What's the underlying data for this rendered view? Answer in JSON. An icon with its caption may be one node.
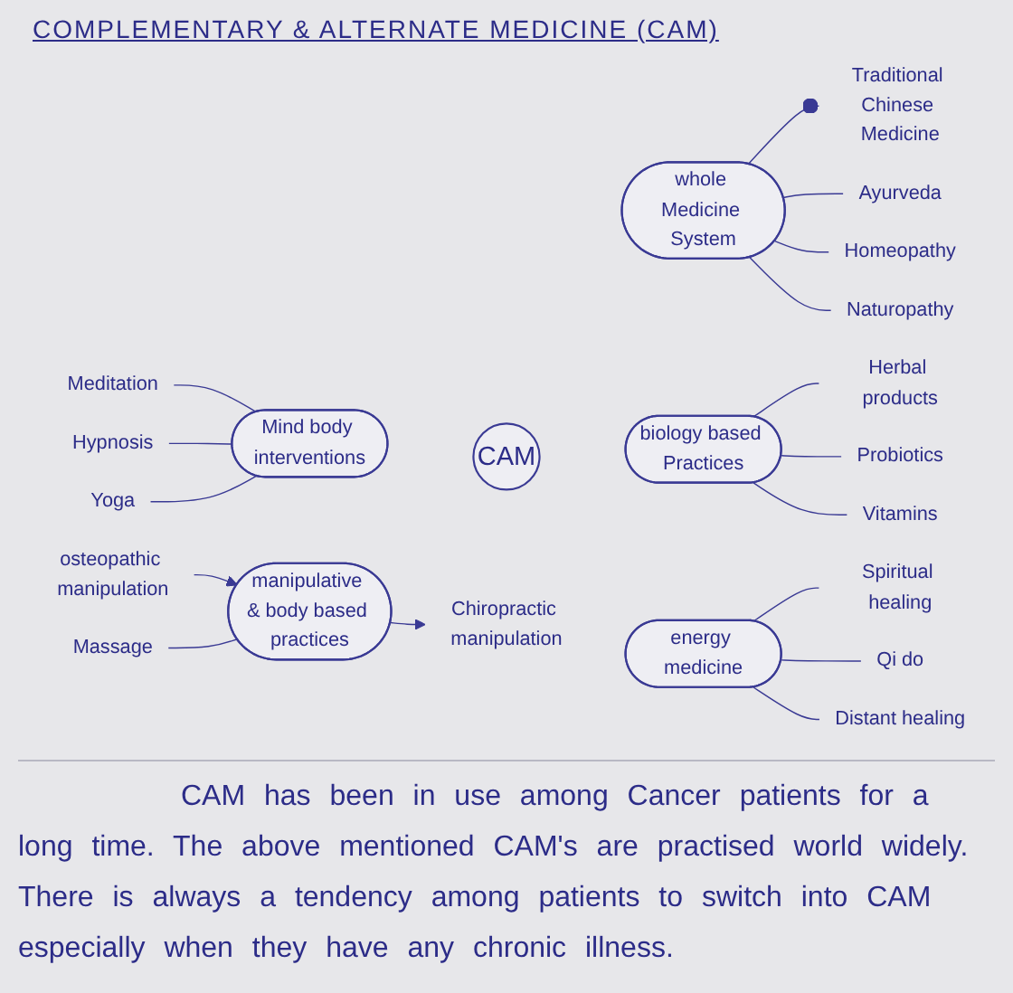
{
  "diagram": {
    "title": "COMPLEMENTARY & ALTERNATE MEDICINE (CAM)",
    "caption": "CAM has been in use among Cancer patients for a long time. The above mentioned CAM's are practised world widely. There is always a tendency among patients to switch into CAM especially when they have any chronic illness.",
    "nodes": [
      {
        "text": [
          "Meditation"
        ]
      },
      {
        "text": [
          "Hypnosis"
        ]
      },
      {
        "text": [
          "Yoga"
        ]
      },
      {
        "text": [
          "Mind body interventions"
        ]
      },
      {
        "text": [
          "whole Medicine System"
        ]
      },
      {
        "text": [
          "Traditional Chinese Medicine"
        ]
      },
      {
        "text": [
          "Ayurveda"
        ]
      },
      {
        "text": [
          "Homeopathy"
        ]
      },
      {
        "text": [
          "Naturopathy"
        ]
      },
      {
        "text": [
          "biology based Practices"
        ]
      },
      {
        "text": [
          "Herbal products"
        ]
      },
      {
        "text": [
          "Probiotics"
        ]
      },
      {
        "text": [
          "Vitamins"
        ]
      },
      {
        "text": [
          "CAM"
        ]
      },
      {
        "text": [
          "Chiropractic manipulation"
        ]
      },
      {
        "text": [
          "osteopathic manipulation"
        ]
      },
      {
        "text": [
          "manipulative & body based practices"
        ]
      },
      {
        "text": [
          "Massage"
        ]
      },
      {
        "text": [
          "energy medicine"
        ]
      },
      {
        "text": [
          "Spiritual healing"
        ]
      },
      {
        "text": [
          "Qi do"
        ]
      },
      {
        "text": [
          "Distant healing"
        ]
      }
    ],
    "edges": [
      {
        "from": 0,
        "to": 3,
        "arrow": "none"
      },
      {
        "from": 1,
        "to": 3,
        "arrow": "none"
      },
      {
        "from": 2,
        "to": 3,
        "arrow": "none"
      },
      {
        "from": 4,
        "to": 5,
        "arrow": "other"
      },
      {
        "from": 4,
        "to": 6,
        "arrow": "none"
      },
      {
        "from": 4,
        "to": 7,
        "arrow": "none"
      },
      {
        "from": 4,
        "to": 8,
        "arrow": "none"
      },
      {
        "from": 9,
        "to": 10,
        "arrow": "none"
      },
      {
        "from": 9,
        "to": 11,
        "arrow": "none"
      },
      {
        "from": 9,
        "to": 12,
        "arrow": "none"
      },
      {
        "from": 16,
        "to": 14,
        "arrow": "to"
      },
      {
        "from": 15,
        "to": 16,
        "arrow": "to"
      },
      {
        "from": 17,
        "to": 16,
        "arrow": "none"
      },
      {
        "from": 18,
        "to": 19,
        "arrow": "none"
      },
      {
        "from": 18,
        "to": 20,
        "arrow": "none"
      },
      {
        "from": 18,
        "to": 21,
        "arrow": "none"
      }
    ]
  }
}
